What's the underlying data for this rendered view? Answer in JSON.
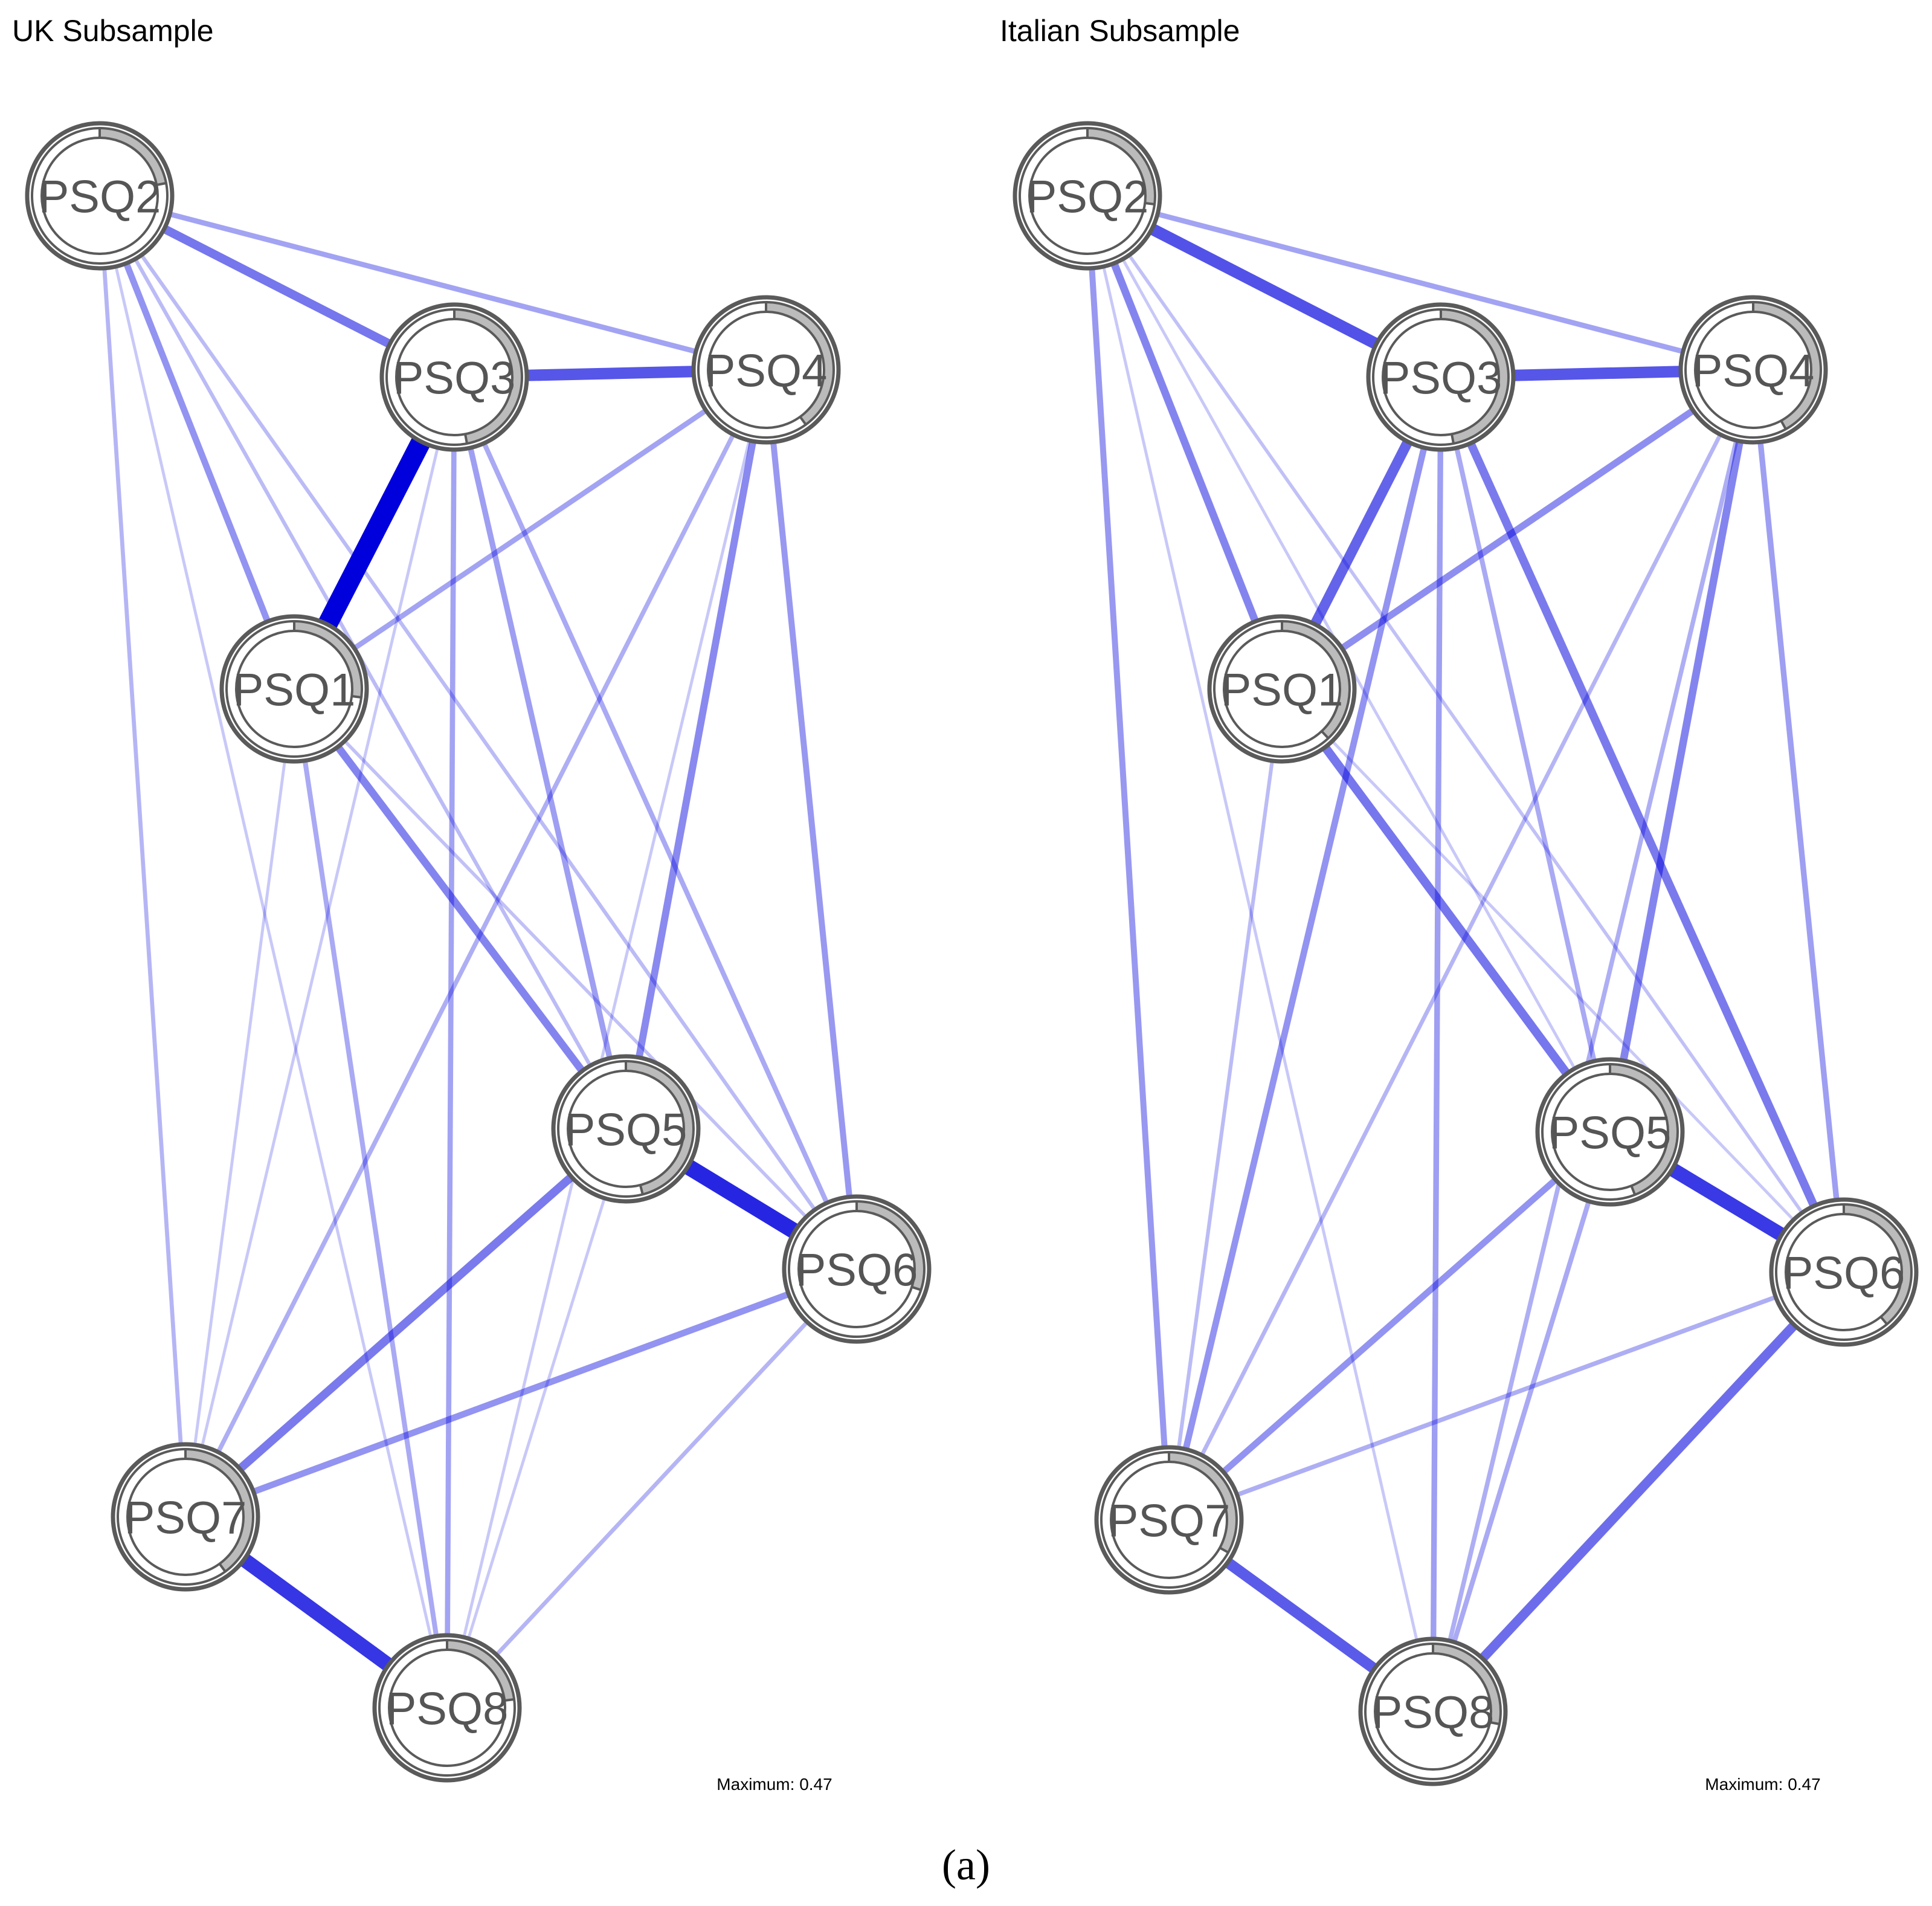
{
  "figure": {
    "caption": "(a)",
    "maximum_label": "Maximum: 0.47",
    "edge_color": "#0000dd",
    "node_border_color": "#5a5a5a",
    "pie_color": "#bbbbbb",
    "node_label_color": "#555555"
  },
  "chart_data": [
    {
      "type": "network",
      "title": "UK Subsample",
      "maximum": 0.47,
      "nodes": [
        "PSQ1",
        "PSQ2",
        "PSQ3",
        "PSQ4",
        "PSQ5",
        "PSQ6",
        "PSQ7",
        "PSQ8"
      ],
      "pie": {
        "PSQ1": 0.27,
        "PSQ2": 0.22,
        "PSQ3": 0.47,
        "PSQ4": 0.4,
        "PSQ5": 0.46,
        "PSQ6": 0.3,
        "PSQ7": 0.4,
        "PSQ8": 0.23
      },
      "edges": [
        {
          "source": "PSQ1",
          "target": "PSQ3",
          "weight": 0.47
        },
        {
          "source": "PSQ5",
          "target": "PSQ6",
          "weight": 0.37
        },
        {
          "source": "PSQ7",
          "target": "PSQ8",
          "weight": 0.33
        },
        {
          "source": "PSQ3",
          "target": "PSQ4",
          "weight": 0.25
        },
        {
          "source": "PSQ2",
          "target": "PSQ3",
          "weight": 0.18
        },
        {
          "source": "PSQ5",
          "target": "PSQ7",
          "weight": 0.17
        },
        {
          "source": "PSQ1",
          "target": "PSQ5",
          "weight": 0.15
        },
        {
          "source": "PSQ4",
          "target": "PSQ5",
          "weight": 0.14
        },
        {
          "source": "PSQ1",
          "target": "PSQ2",
          "weight": 0.12
        },
        {
          "source": "PSQ6",
          "target": "PSQ7",
          "weight": 0.12
        },
        {
          "source": "PSQ4",
          "target": "PSQ6",
          "weight": 0.11
        },
        {
          "source": "PSQ3",
          "target": "PSQ5",
          "weight": 0.1
        },
        {
          "source": "PSQ2",
          "target": "PSQ4",
          "weight": 0.09
        },
        {
          "source": "PSQ1",
          "target": "PSQ4",
          "weight": 0.09
        },
        {
          "source": "PSQ3",
          "target": "PSQ8",
          "weight": 0.09
        },
        {
          "source": "PSQ1",
          "target": "PSQ8",
          "weight": 0.08
        },
        {
          "source": "PSQ3",
          "target": "PSQ6",
          "weight": 0.08
        },
        {
          "source": "PSQ4",
          "target": "PSQ7",
          "weight": 0.07
        },
        {
          "source": "PSQ2",
          "target": "PSQ7",
          "weight": 0.06
        },
        {
          "source": "PSQ6",
          "target": "PSQ8",
          "weight": 0.06
        },
        {
          "source": "PSQ2",
          "target": "PSQ5",
          "weight": 0.05
        },
        {
          "source": "PSQ2",
          "target": "PSQ6",
          "weight": 0.05
        },
        {
          "source": "PSQ1",
          "target": "PSQ6",
          "weight": 0.04
        },
        {
          "source": "PSQ2",
          "target": "PSQ8",
          "weight": 0.03
        },
        {
          "source": "PSQ1",
          "target": "PSQ7",
          "weight": 0.03
        },
        {
          "source": "PSQ5",
          "target": "PSQ8",
          "weight": 0.03
        },
        {
          "source": "PSQ4",
          "target": "PSQ8",
          "weight": 0.03
        },
        {
          "source": "PSQ3",
          "target": "PSQ7",
          "weight": 0.03
        }
      ]
    },
    {
      "type": "network",
      "title": "Italian Subsample",
      "maximum": 0.47,
      "nodes": [
        "PSQ1",
        "PSQ2",
        "PSQ3",
        "PSQ4",
        "PSQ5",
        "PSQ6",
        "PSQ7",
        "PSQ8"
      ],
      "pie": {
        "PSQ1": 0.38,
        "PSQ2": 0.27,
        "PSQ3": 0.47,
        "PSQ4": 0.42,
        "PSQ5": 0.44,
        "PSQ6": 0.39,
        "PSQ7": 0.33,
        "PSQ8": 0.28
      },
      "edges": [
        {
          "source": "PSQ5",
          "target": "PSQ6",
          "weight": 0.32
        },
        {
          "source": "PSQ2",
          "target": "PSQ3",
          "weight": 0.26
        },
        {
          "source": "PSQ3",
          "target": "PSQ4",
          "weight": 0.25
        },
        {
          "source": "PSQ7",
          "target": "PSQ8",
          "weight": 0.24
        },
        {
          "source": "PSQ1",
          "target": "PSQ3",
          "weight": 0.22
        },
        {
          "source": "PSQ6",
          "target": "PSQ8",
          "weight": 0.2
        },
        {
          "source": "PSQ1",
          "target": "PSQ5",
          "weight": 0.18
        },
        {
          "source": "PSQ3",
          "target": "PSQ6",
          "weight": 0.17
        },
        {
          "source": "PSQ1",
          "target": "PSQ2",
          "weight": 0.15
        },
        {
          "source": "PSQ4",
          "target": "PSQ5",
          "weight": 0.15
        },
        {
          "source": "PSQ1",
          "target": "PSQ4",
          "weight": 0.13
        },
        {
          "source": "PSQ3",
          "target": "PSQ7",
          "weight": 0.12
        },
        {
          "source": "PSQ5",
          "target": "PSQ7",
          "weight": 0.12
        },
        {
          "source": "PSQ2",
          "target": "PSQ7",
          "weight": 0.11
        },
        {
          "source": "PSQ3",
          "target": "PSQ8",
          "weight": 0.1
        },
        {
          "source": "PSQ4",
          "target": "PSQ6",
          "weight": 0.1
        },
        {
          "source": "PSQ2",
          "target": "PSQ4",
          "weight": 0.09
        },
        {
          "source": "PSQ5",
          "target": "PSQ8",
          "weight": 0.08
        },
        {
          "source": "PSQ3",
          "target": "PSQ5",
          "weight": 0.08
        },
        {
          "source": "PSQ4",
          "target": "PSQ8",
          "weight": 0.07
        },
        {
          "source": "PSQ6",
          "target": "PSQ7",
          "weight": 0.07
        },
        {
          "source": "PSQ4",
          "target": "PSQ7",
          "weight": 0.06
        },
        {
          "source": "PSQ1",
          "target": "PSQ7",
          "weight": 0.05
        },
        {
          "source": "PSQ2",
          "target": "PSQ6",
          "weight": 0.04
        },
        {
          "source": "PSQ2",
          "target": "PSQ5",
          "weight": 0.03
        },
        {
          "source": "PSQ1",
          "target": "PSQ6",
          "weight": 0.03
        },
        {
          "source": "PSQ2",
          "target": "PSQ8",
          "weight": 0.03
        }
      ]
    }
  ]
}
